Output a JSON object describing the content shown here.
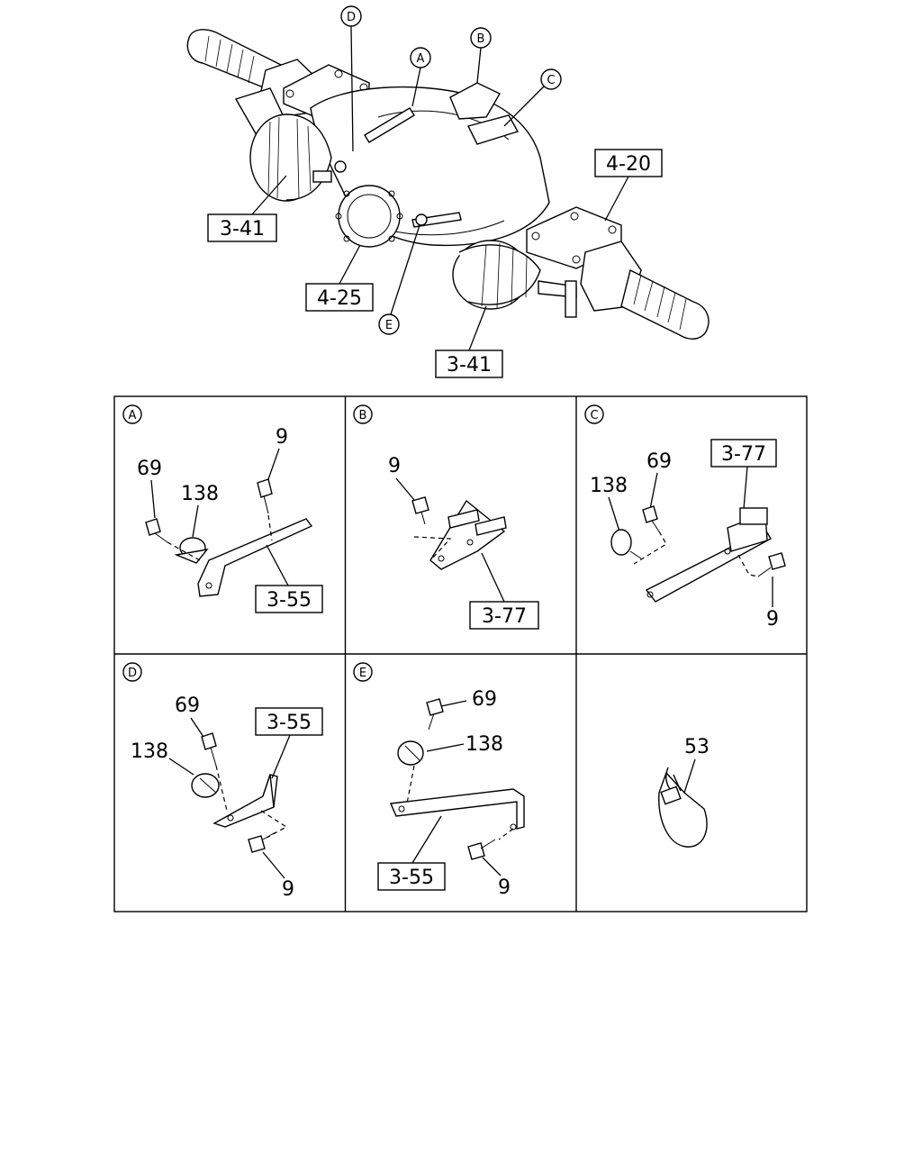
{
  "overview": {
    "callouts": {
      "A": "A",
      "B": "B",
      "C": "C",
      "D": "D",
      "E": "E"
    },
    "refs": {
      "r341_left": "3-41",
      "r341_bottom": "3-41",
      "r420": "4-20",
      "r425": "4-25"
    }
  },
  "panels": {
    "A": {
      "tag": "A",
      "p9": "9",
      "p69": "69",
      "p138": "138",
      "ref": "3-55"
    },
    "B": {
      "tag": "B",
      "p9": "9",
      "ref": "3-77"
    },
    "C": {
      "tag": "C",
      "p138": "138",
      "p69": "69",
      "ref": "3-77",
      "p9": "9"
    },
    "D": {
      "tag": "D",
      "p69": "69",
      "p138": "138",
      "ref": "3-55",
      "p9": "9"
    },
    "E": {
      "tag": "E",
      "p69": "69",
      "p138": "138",
      "ref": "3-55",
      "p9": "9"
    },
    "F": {
      "p53": "53"
    }
  }
}
